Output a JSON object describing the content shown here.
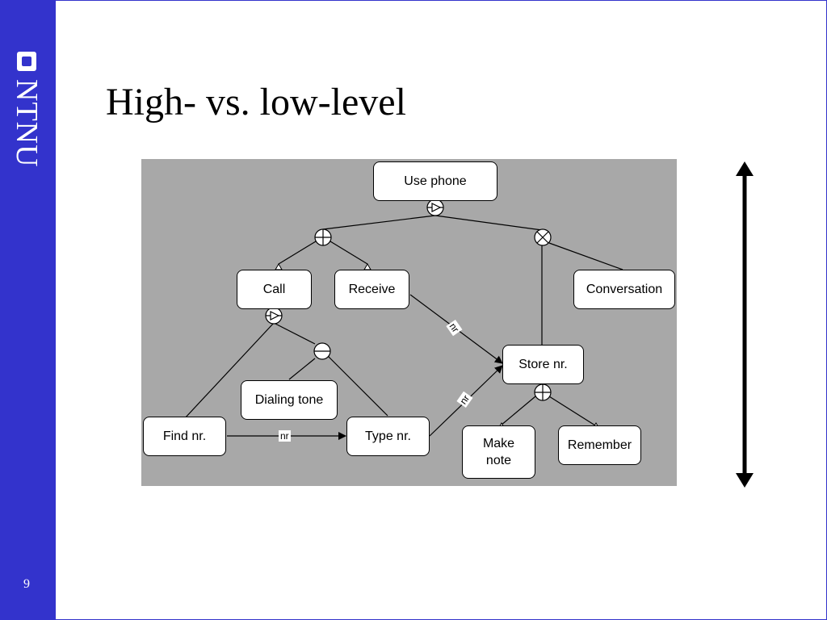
{
  "sidebar": {
    "logo_text": "NTNU",
    "slide_number": "9",
    "color": "#3333cc"
  },
  "title": "High- vs. low-level",
  "diagram": {
    "nodes": {
      "use_phone": "Use phone",
      "call": "Call",
      "receive": "Receive",
      "conversation": "Conversation",
      "store_nr": "Store nr.",
      "dialing_tone": "Dialing tone",
      "find_nr": "Find nr.",
      "type_nr": "Type nr.",
      "make_note_line1": "Make",
      "make_note_line2": "note",
      "remember": "Remember"
    },
    "edge_labels": {
      "find_to_type": "nr",
      "receive_to_store": "nr",
      "type_to_store": "nr"
    },
    "operators": {
      "use_phone": "sequence",
      "call_receive": "or",
      "store_conversation": "and",
      "call": "sequence",
      "dialing_type": "alternative",
      "store_nr": "or"
    },
    "background": "#a8a8a8"
  },
  "level_arrow": "vertical-double-arrow"
}
